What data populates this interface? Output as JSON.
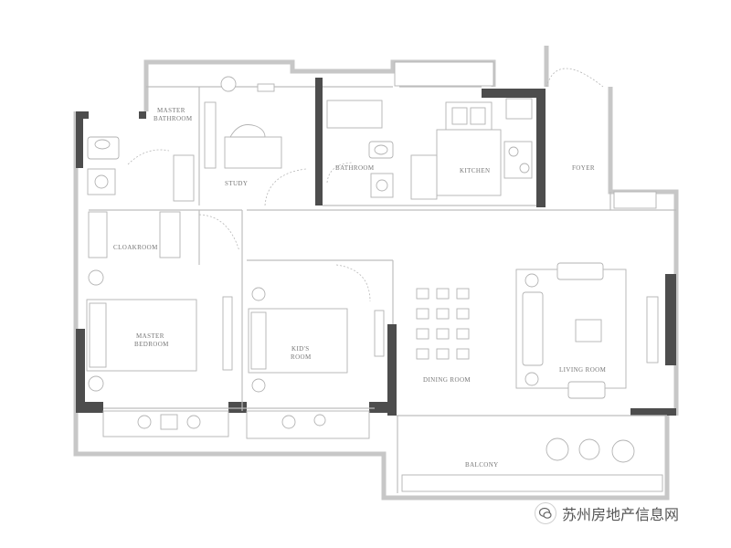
{
  "rooms": {
    "master_bathroom": [
      "MASTER",
      "BATHROOM"
    ],
    "study": "STUDY",
    "bathroom": "BATHROOM",
    "kitchen": "KITCHEN",
    "foyer": "FOYER",
    "cloakroom": "CLOAKROOM",
    "master_bedroom": [
      "MASTER",
      "BEDROOM"
    ],
    "kids_room": [
      "KID'S",
      "ROOM"
    ],
    "dining_room": "DINING ROOM",
    "living_room": "LIVING ROOM",
    "balcony": "BALCONY"
  },
  "watermark": {
    "text": "苏州房地产信息网",
    "icon": "wechat-icon"
  },
  "colors": {
    "wall": "#4d4d4d",
    "outline": "#c7c7c7"
  }
}
